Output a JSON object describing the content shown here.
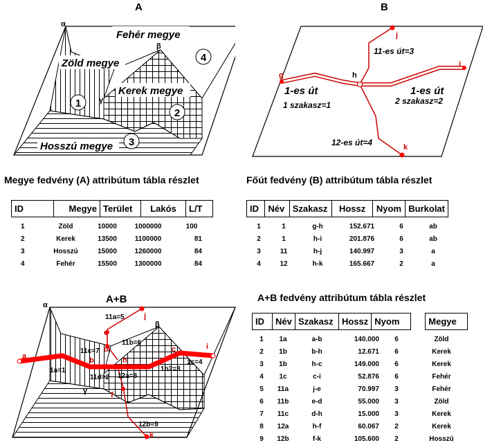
{
  "panels": {
    "a": "A",
    "b": "B",
    "ab": "A+B"
  },
  "map_a": {
    "regions": [
      "Fehér megye",
      "Zöld megye",
      "Kerek megye",
      "Hosszú megye"
    ],
    "numbers": [
      "1",
      "2",
      "3",
      "4"
    ],
    "points": [
      "α",
      "β",
      "γ"
    ]
  },
  "map_b": {
    "nodes": [
      "g",
      "h",
      "i",
      "j",
      "k"
    ],
    "labels": [
      "11-es út=3",
      "1-es út",
      "1 szakasz=1",
      "1-es út",
      "2 szakasz=2",
      "12-es út=4"
    ]
  },
  "map_ab": {
    "points": [
      "α",
      "β",
      "γ"
    ],
    "nodes": [
      "a",
      "b",
      "c",
      "d",
      "e",
      "f",
      "h",
      "i",
      "j",
      "k"
    ],
    "segments": [
      "11a=5",
      "11b=6",
      "11c=7",
      "11d=2",
      "12a=8",
      "1a=1",
      "1b2=3",
      "1c=4",
      "12b=9"
    ]
  },
  "table_a": {
    "title": "Megye fedvény (A) attribútum tábla részlet",
    "headers": [
      "ID",
      "Megye",
      "Terület",
      "Lakós",
      "L/T"
    ],
    "rows": [
      [
        "1",
        "Zöld",
        "10000",
        "1000000",
        "100"
      ],
      [
        "2",
        "Kerek",
        "13500",
        "1100000",
        "81"
      ],
      [
        "3",
        "Hosszú",
        "15000",
        "1260000",
        "84"
      ],
      [
        "4",
        "Fehér",
        "15500",
        "1300000",
        "84"
      ]
    ]
  },
  "table_b": {
    "title": "Főút fedvény (B) attribútum tábla részlet",
    "headers": [
      "ID",
      "Név",
      "Szakasz",
      "Hossz",
      "Nyom",
      "Burkolat"
    ],
    "rows": [
      [
        "1",
        "1",
        "g-h",
        "152.671",
        "6",
        "ab"
      ],
      [
        "2",
        "1",
        "h-i",
        "201.876",
        "6",
        "ab"
      ],
      [
        "3",
        "11",
        "h-j",
        "140.997",
        "3",
        "a"
      ],
      [
        "4",
        "12",
        "h-k",
        "165.667",
        "2",
        "a"
      ]
    ]
  },
  "table_ab": {
    "title": "A+B fedvény attribútum tábla részlet",
    "headers": [
      "ID",
      "Név",
      "Szakasz",
      "Hossz",
      "Nyom",
      "Megye"
    ],
    "rows": [
      [
        "1",
        "1a",
        "a-b",
        "140.000",
        "6",
        "Zöld"
      ],
      [
        "2",
        "1b",
        "b-h",
        "12.671",
        "6",
        "Kerek"
      ],
      [
        "3",
        "1b",
        "h-c",
        "149.000",
        "6",
        "Kerek"
      ],
      [
        "4",
        "1c",
        "c-i",
        "52.876",
        "6",
        "Fehér"
      ],
      [
        "5",
        "11a",
        "j-e",
        "70.997",
        "3",
        "Fehér"
      ],
      [
        "6",
        "11b",
        "e-d",
        "55.000",
        "3",
        "Zöld"
      ],
      [
        "7",
        "11c",
        "d-h",
        "15.000",
        "3",
        "Kerek"
      ],
      [
        "8",
        "12a",
        "h-f",
        "60.067",
        "2",
        "Kerek"
      ],
      [
        "9",
        "12b",
        "f-k",
        "105.600",
        "2",
        "Hosszú"
      ]
    ]
  }
}
